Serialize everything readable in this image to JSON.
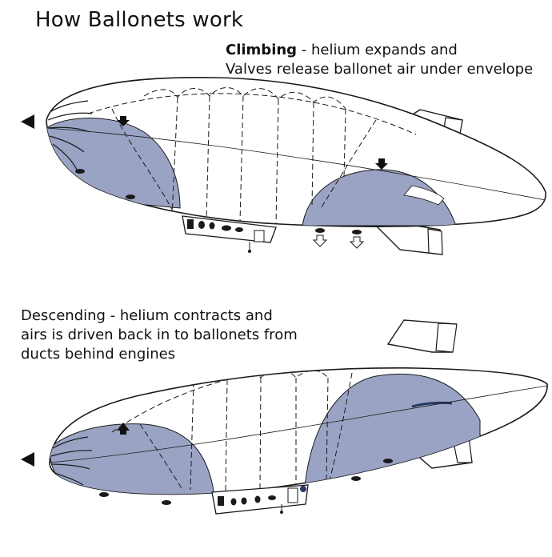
{
  "title": "How Ballonets work",
  "climbing": {
    "keyword": "Climbing",
    "line1_rest": " - helium expands and",
    "line2": "Valves release ballonet air under envelope"
  },
  "descending": {
    "line1": "Descending - helium contracts and",
    "line2": "airs is driven back in to ballonets from",
    "line3": "ducts behind engines"
  },
  "colors": {
    "ballonet_fill": "#9aa3c4",
    "outline": "#1a1a1a",
    "arrow": "#111111",
    "background": "#ffffff"
  }
}
